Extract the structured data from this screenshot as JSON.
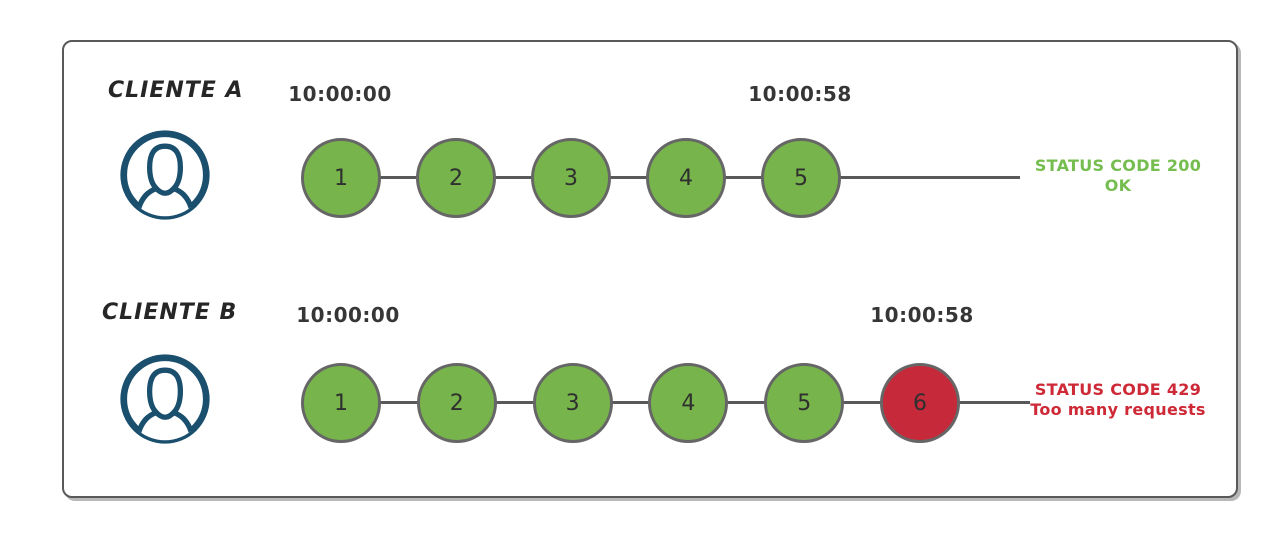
{
  "colors": {
    "green": "#77b44b",
    "red": "#c5293a",
    "circle_border": "#666666",
    "line": "#58595b",
    "navy": "#1b4f6e",
    "status_green": "#74bd4e",
    "status_red": "#ce2936"
  },
  "clients": [
    {
      "name": "CLIENTE A",
      "start_time": "10:00:00",
      "end_time": "10:00:58",
      "requests": [
        {
          "label": "1",
          "state": "ok"
        },
        {
          "label": "2",
          "state": "ok"
        },
        {
          "label": "3",
          "state": "ok"
        },
        {
          "label": "4",
          "state": "ok"
        },
        {
          "label": "5",
          "state": "ok"
        }
      ],
      "status": {
        "line1": "STATUS CODE 200",
        "line2": "OK",
        "tone": "green"
      }
    },
    {
      "name": "CLIENTE B",
      "start_time": "10:00:00",
      "end_time": "10:00:58",
      "requests": [
        {
          "label": "1",
          "state": "ok"
        },
        {
          "label": "2",
          "state": "ok"
        },
        {
          "label": "3",
          "state": "ok"
        },
        {
          "label": "4",
          "state": "ok"
        },
        {
          "label": "5",
          "state": "ok"
        },
        {
          "label": "6",
          "state": "rate_limited"
        }
      ],
      "status": {
        "line1": "STATUS CODE 429",
        "line2": "Too many requests",
        "tone": "red"
      }
    }
  ]
}
